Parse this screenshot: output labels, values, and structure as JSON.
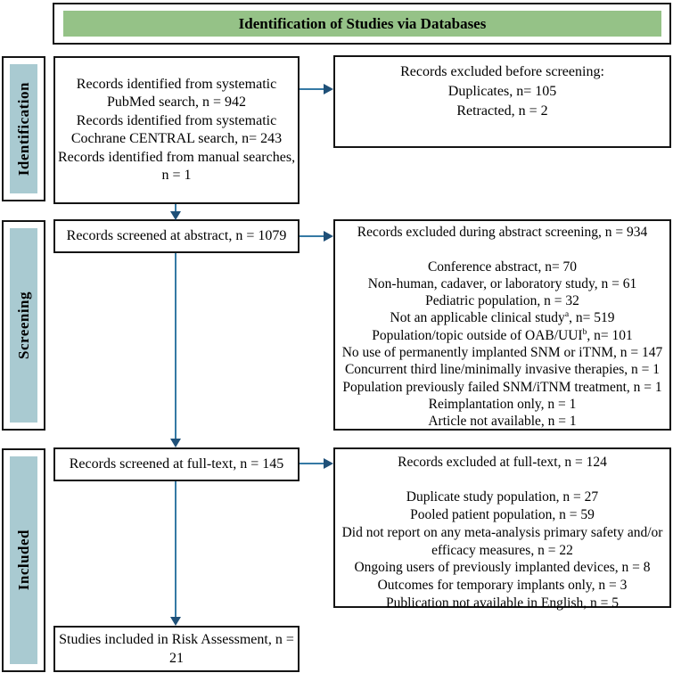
{
  "colors": {
    "banner_green": "#95C287",
    "stage_blue": "#A9CAD1",
    "arrow_line": "#3579A4",
    "arrow_head": "#1F5078",
    "box_border": "#141414"
  },
  "banner": {
    "title": "Identification of Studies via Databases"
  },
  "stages": [
    {
      "label": "Identification"
    },
    {
      "label": "Screening"
    },
    {
      "label": "Included"
    }
  ],
  "identification": {
    "sources_box": "Records identified from systematic\nPubMed search, n = 942\nRecords identified from systematic\nCochrane CENTRAL search, n= 243\nRecords identified from manual searches,\nn = 1",
    "excluded_box": {
      "title": "Records excluded before screening:",
      "reasons": [
        "Duplicates, n= 105",
        "Retracted, n = 2"
      ]
    }
  },
  "screening": {
    "abstract_box": "Records screened at abstract, n = 1079",
    "excluded_abstract_box": {
      "title": "Records excluded during abstract screening, n = 934",
      "reasons": [
        "Conference abstract, n= 70",
        "Non-human, cadaver, or laboratory study, n = 61",
        "Pediatric population, n = 32",
        {
          "pre": "Not an applicable clinical study",
          "sup": "a",
          "post": ", n= 519"
        },
        {
          "pre": "Population/topic outside of OAB/UUI",
          "sup": "b",
          "post": ", n= 101"
        },
        "No use of permanently implanted SNM or iTNM, n = 147",
        "Concurrent third line/minimally invasive therapies, n = 1",
        "Population previously failed SNM/iTNM treatment, n = 1",
        "Reimplantation only, n = 1",
        "Article not available, n = 1"
      ]
    },
    "fulltext_box": "Records screened at full-text, n = 145",
    "excluded_fulltext_box": {
      "title": "Records excluded at full-text, n = 124",
      "reasons": [
        "Duplicate study population, n = 27",
        "Pooled patient population, n = 59",
        "Did not report on any meta-analysis primary safety and/or\nefficacy measures, n = 22",
        "Ongoing users of previously implanted devices, n = 8",
        "Outcomes for temporary implants only, n = 3",
        "Publication not available in English, n = 5"
      ]
    }
  },
  "included": {
    "final_box": "Studies included in Risk Assessment, n =\n21"
  }
}
